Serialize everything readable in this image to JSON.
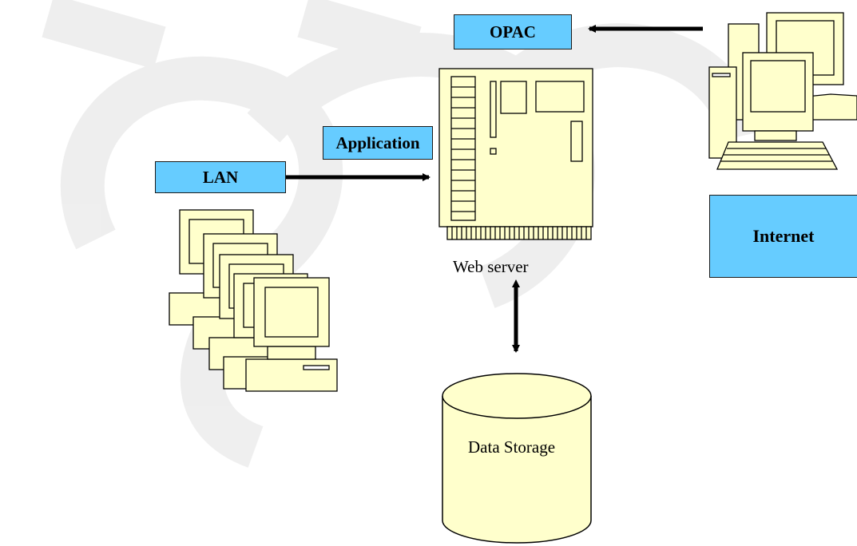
{
  "diagram": {
    "labels": {
      "opac": "OPAC",
      "application": "Application",
      "lan": "LAN",
      "internet": "Internet",
      "web_server": "Web server",
      "data_storage": "Data Storage"
    },
    "colors": {
      "label_fill": "#66ccff",
      "device_fill": "#ffffcc",
      "outline": "#000000",
      "watermark": "#e6e6e6"
    },
    "connections": [
      {
        "from": "Internet",
        "to": "OPAC",
        "direction": "one-way"
      },
      {
        "from": "LAN",
        "to": "Web server",
        "direction": "one-way"
      },
      {
        "from": "Web server",
        "to": "Data Storage",
        "direction": "two-way"
      }
    ]
  }
}
